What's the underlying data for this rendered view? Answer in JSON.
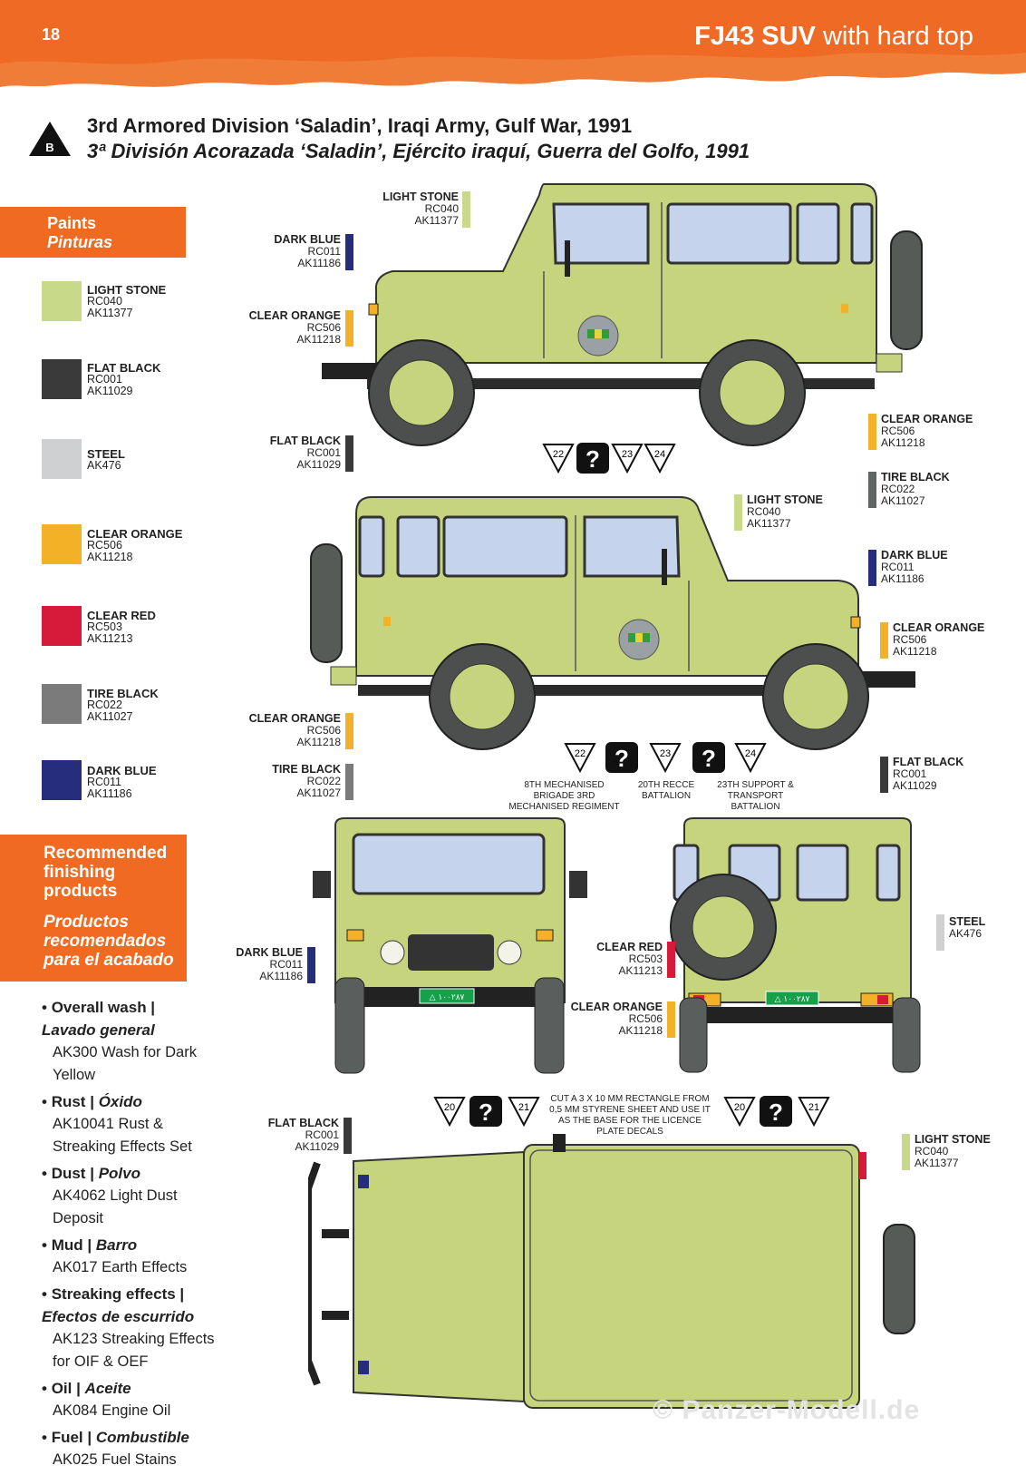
{
  "header": {
    "page_number": "18",
    "title_bold": "FJ43 SUV",
    "title_rest": " with hard top"
  },
  "scheme": {
    "badge": "B",
    "title_en": "3rd Armored Division ‘Saladin’, Iraqi Army, Gulf War, 1991",
    "title_es": "3ª División Acorazada ‘Saladin’, Ejército iraquí, Guerra del Golfo, 1991"
  },
  "paints": {
    "heading": "Paints",
    "heading_es": "Pinturas",
    "items": [
      {
        "name": "LIGHT STONE",
        "code1": "RC040",
        "code2": "AK11377",
        "color": "#c9d98a"
      },
      {
        "name": "FLAT BLACK",
        "code1": "RC001",
        "code2": "AK11029",
        "color": "#3a3a3a"
      },
      {
        "name": "STEEL",
        "code1": "AK476",
        "code2": "",
        "color": "#cfd0d2"
      },
      {
        "name": "CLEAR ORANGE",
        "code1": "RC506",
        "code2": "AK11218",
        "color": "#f2b127"
      },
      {
        "name": "CLEAR RED",
        "code1": "RC503",
        "code2": "AK11213",
        "color": "#d51a3a"
      },
      {
        "name": "TIRE BLACK",
        "code1": "RC022",
        "code2": "AK11027",
        "color": "#7b7b7b"
      },
      {
        "name": "DARK BLUE",
        "code1": "RC011",
        "code2": "AK11186",
        "color": "#262d7a"
      }
    ]
  },
  "finishing": {
    "heading": "Recommended finishing products",
    "heading_es": "Productos recomendados para el acabado",
    "items": [
      {
        "title": "Overall wash |",
        "title_es": "Lavado general",
        "product": "AK300 Wash for Dark Yellow"
      },
      {
        "title": "Rust |",
        "title_es": "Óxido",
        "product": "AK10041 Rust & Streaking Effects Set"
      },
      {
        "title": "Dust |",
        "title_es": "Polvo",
        "product": "AK4062 Light Dust Deposit"
      },
      {
        "title": "Mud |",
        "title_es": "Barro",
        "product": "AK017 Earth Effects"
      },
      {
        "title": "Streaking effects |",
        "title_es": "Efectos de escurrido",
        "product": "AK123 Streaking Effects for OIF & OEF"
      },
      {
        "title": "Oil |",
        "title_es": "Aceite",
        "product": "AK084 Engine Oil"
      },
      {
        "title": "Fuel |",
        "title_es": "Combustible",
        "product": "AK025 Fuel Stains"
      }
    ]
  },
  "callouts": {
    "c1": {
      "name": "LIGHT STONE",
      "code1": "RC040",
      "code2": "AK11377",
      "color": "#c9d98a"
    },
    "c2": {
      "name": "DARK BLUE",
      "code1": "RC011",
      "code2": "AK11186",
      "color": "#262d7a"
    },
    "c3": {
      "name": "CLEAR ORANGE",
      "code1": "RC506",
      "code2": "AK11218",
      "color": "#f2b127"
    },
    "c4": {
      "name": "FLAT BLACK",
      "code1": "RC001",
      "code2": "AK11029",
      "color": "#3a3a3a"
    },
    "c5": {
      "name": "CLEAR ORANGE",
      "code1": "RC506",
      "code2": "AK11218",
      "color": "#f2b127"
    },
    "c6": {
      "name": "TIRE BLACK",
      "code1": "RC022",
      "code2": "AK11027",
      "color": "#5e6563"
    },
    "c7": {
      "name": "LIGHT STONE",
      "code1": "RC040",
      "code2": "AK11377",
      "color": "#c9d98a"
    },
    "c8": {
      "name": "DARK BLUE",
      "code1": "RC011",
      "code2": "AK11186",
      "color": "#262d7a"
    },
    "c9": {
      "name": "CLEAR ORANGE",
      "code1": "RC506",
      "code2": "AK11218",
      "color": "#f2b127"
    },
    "c10": {
      "name": "CLEAR ORANGE",
      "code1": "RC506",
      "code2": "AK11218",
      "color": "#f2b127"
    },
    "c11": {
      "name": "TIRE BLACK",
      "code1": "RC022",
      "code2": "AK11027",
      "color": "#7b7b7b"
    },
    "c12": {
      "name": "FLAT BLACK",
      "code1": "RC001",
      "code2": "AK11029",
      "color": "#3a3a3a"
    },
    "c13": {
      "name": "DARK BLUE",
      "code1": "RC011",
      "code2": "AK11186",
      "color": "#262d7a"
    },
    "c14": {
      "name": "CLEAR RED",
      "code1": "RC503",
      "code2": "AK11213",
      "color": "#d51a3a"
    },
    "c15": {
      "name": "CLEAR ORANGE",
      "code1": "RC506",
      "code2": "AK11218",
      "color": "#f2b127"
    },
    "c16": {
      "name": "STEEL",
      "code1": "AK476",
      "code2": "",
      "color": "#cfd0d2"
    },
    "c17": {
      "name": "FLAT BLACK",
      "code1": "RC001",
      "code2": "AK11029",
      "color": "#3a3a3a"
    },
    "c18": {
      "name": "LIGHT STONE",
      "code1": "RC040",
      "code2": "AK11377",
      "color": "#c9d98a"
    }
  },
  "decal_markers": {
    "side1": [
      "22",
      "?",
      "23",
      "24"
    ],
    "side2": [
      "22",
      "?",
      "23",
      "?",
      "24"
    ],
    "front": [
      "20",
      "?",
      "21"
    ],
    "rear": [
      "20",
      "?",
      "21"
    ]
  },
  "captions": {
    "cap1": "8TH MECHANISED BRIGADE 3RD MECHANISED REGIMENT",
    "cap2": "20TH RECCE BATTALION",
    "cap3": "23TH SUPPORT & TRANSPORT BATTALION",
    "plate_note": "CUT A 3 X 10 MM RECTANGLE FROM 0,5 MM STYRENE SHEET AND USE IT AS THE BASE FOR THE LICENCE PLATE DECALS",
    "plate_text": "△ ١٠٠٢٨٧"
  },
  "watermark": "© Panzer-Modell.de"
}
